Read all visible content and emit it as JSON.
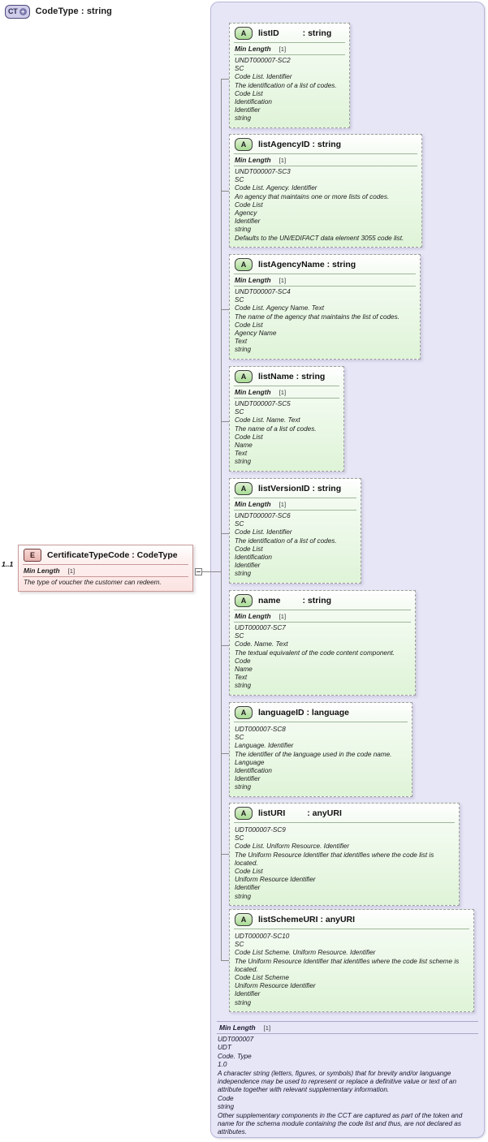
{
  "diagram": {
    "type": "xsd-schema-diagram",
    "colors": {
      "panel_bg": "#e7e6f7",
      "attribute_bg": "#dff4d8",
      "element_bg": "#fbe3e1",
      "connector": "#8a8a8a"
    }
  },
  "root": {
    "badge": "CT",
    "badge_expand": "+",
    "title": "CodeType : string"
  },
  "element": {
    "badge": "E",
    "name": "CertificateTypeCode : CodeType",
    "cardinality": "1..1",
    "facet_label": "Min Length",
    "facet_value": "[1]",
    "documentation": "The type of voucher the customer can redeem."
  },
  "attributes": [
    {
      "badge": "A",
      "name": "listID",
      "type": ": string",
      "facet_label": "Min Length",
      "facet_value": "[1]",
      "lines": [
        "UNDT000007-SC2",
        "SC",
        "Code List. Identifier",
        "The identification of a list of codes.",
        "Code List",
        "Identification",
        "Identifier",
        "string"
      ]
    },
    {
      "badge": "A",
      "name": "listAgencyID : string",
      "type": "",
      "facet_label": "Min Length",
      "facet_value": "[1]",
      "lines": [
        "UNDT000007-SC3",
        "SC",
        "Code List. Agency. Identifier",
        "An agency that maintains one or more lists of codes.",
        "Code List",
        "Agency",
        "Identifier",
        "string",
        "Defaults to the UN/EDIFACT data element 3055 code list."
      ]
    },
    {
      "badge": "A",
      "name": "listAgencyName : string",
      "type": "",
      "facet_label": "Min Length",
      "facet_value": "[1]",
      "lines": [
        "UNDT000007-SC4",
        "SC",
        "Code List. Agency Name. Text",
        "The name of the agency that maintains the list of codes.",
        "Code List",
        "Agency Name",
        "Text",
        "string"
      ]
    },
    {
      "badge": "A",
      "name": "listName : string",
      "type": "",
      "facet_label": "Min Length",
      "facet_value": "[1]",
      "lines": [
        "UNDT000007-SC5",
        "SC",
        "Code List. Name. Text",
        "The name of a list of codes.",
        "Code List",
        "Name",
        "Text",
        "string"
      ]
    },
    {
      "badge": "A",
      "name": "listVersionID : string",
      "type": "",
      "facet_label": "Min Length",
      "facet_value": "[1]",
      "lines": [
        "UNDT000007-SC6",
        "SC",
        "Code List. Identifier",
        "The identification of a list of codes.",
        "Code List",
        "Identification",
        "Identifier",
        "string"
      ]
    },
    {
      "badge": "A",
      "name": "name",
      "type": ": string",
      "facet_label": "Min Length",
      "facet_value": "[1]",
      "lines": [
        "UDT000007-SC7",
        "SC",
        "Code. Name. Text",
        "The textual equivalent of the code content component.",
        "Code",
        "Name",
        "Text",
        "string"
      ]
    },
    {
      "badge": "A",
      "name": "languageID : language",
      "type": "",
      "facet_label": "",
      "facet_value": "",
      "lines": [
        "UDT000007-SC8",
        "SC",
        "Language. Identifier",
        "The identifier of the language used in the code name.",
        "Language",
        "Identification",
        "Identifier",
        "string"
      ]
    },
    {
      "badge": "A",
      "name": "listURI",
      "type": ": anyURI",
      "facet_label": "",
      "facet_value": "",
      "lines": [
        "UDT000007-SC9",
        "SC",
        "Code List. Uniform Resource. Identifier",
        "The Uniform Resource Identifier that identifies where the code list is located.",
        "Code List",
        "Uniform Resource Identifier",
        "Identifier",
        "string"
      ]
    },
    {
      "badge": "A",
      "name": "listSchemeURI : anyURI",
      "type": "",
      "facet_label": "",
      "facet_value": "",
      "lines": [
        "UDT000007-SC10",
        "SC",
        "Code List Scheme. Uniform Resource. Identifier",
        "The Uniform Resource Identifier that identifies where the code list scheme is located.",
        "Code List Scheme",
        "Uniform Resource Identifier",
        "Identifier",
        "string"
      ]
    }
  ],
  "root_doc": {
    "facet_label": "Min Length",
    "facet_value": "[1]",
    "lines": [
      "UDT000007",
      "UDT",
      "Code. Type",
      "1.0",
      "A character string (letters, figures, or symbols) that for brevity and/or languange independence may be used to represent or replace a definitive value or text of an attribute together with relevant supplementary information.",
      "Code",
      "string",
      "Other supplementary components in the CCT are captured as part of the token and name for the schema module containing the code list and thus, are not declared as attributes."
    ]
  }
}
